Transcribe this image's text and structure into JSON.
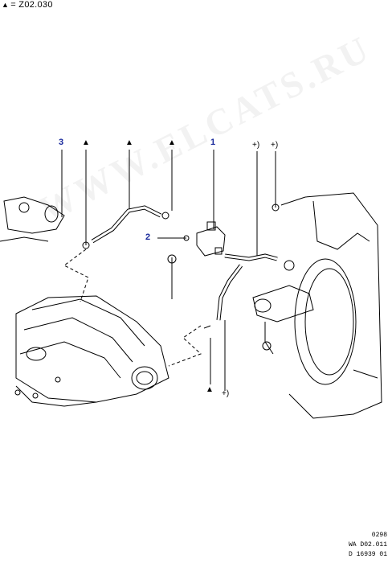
{
  "legend": {
    "symbol": "▲",
    "equals": "= Z02.030"
  },
  "callouts": {
    "item1": "1",
    "item2": "2",
    "item3": "3"
  },
  "marks": {
    "triangle": "▲",
    "plus": "+)"
  },
  "watermark": "WWW.ELCATS.RU",
  "footer": {
    "line1": "0298",
    "line2": "WA D02.011",
    "line3": "D 16939 01"
  },
  "colors": {
    "callout": "#1a2a9c",
    "line": "#000000"
  }
}
